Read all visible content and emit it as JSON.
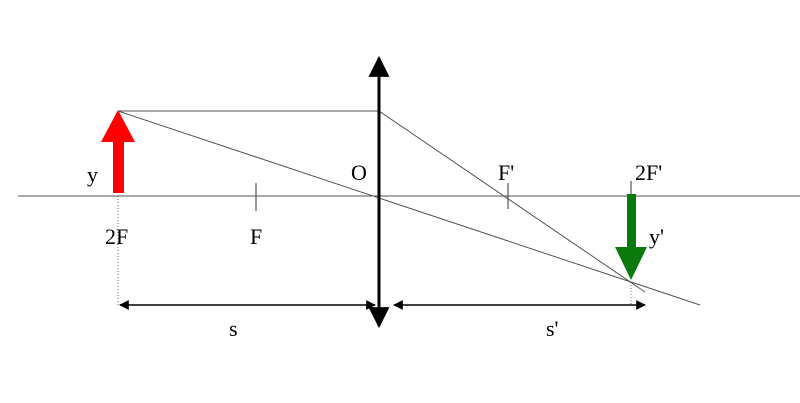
{
  "labels": {
    "object_height": "y",
    "object_point": "2F",
    "focal_point": "F",
    "optical_center": "O",
    "image_focal_point": "F'",
    "image_point": "2F'",
    "image_height": "y'",
    "object_distance": "s",
    "image_distance": "s'"
  },
  "colors": {
    "object_arrow": "#ff0000",
    "image_arrow": "#0a7a0a",
    "lines": "#000000",
    "rays": "#555555"
  }
}
